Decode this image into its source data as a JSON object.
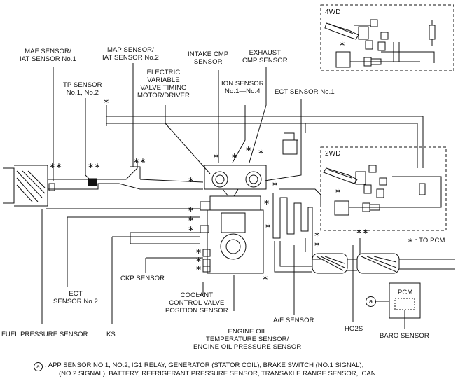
{
  "labels": {
    "maf": "MAF SENSOR/\nIAT SENSOR No.1",
    "map": "MAP SENSOR/\nIAT SENSOR No.2",
    "intake_cmp": "INTAKE CMP\nSENSOR",
    "exhaust_cmp": "EXHAUST\nCMP SENSOR",
    "evvt": "ELECTRIC\nVARIABLE\nVALVE TIMING\nMOTOR/DRIVER",
    "tp": "TP SENSOR\nNo.1, No.2",
    "ion": "ION SENSOR\nNo.1—No.4",
    "ect1": "ECT SENSOR No.1",
    "wd4": "4WD",
    "wd2": "2WD",
    "to_pcm": "∗ : TO PCM",
    "ckp": "CKP SENSOR",
    "ect2": "ECT\nSENSOR No.2",
    "coolant": "COOLANT\nCONTROL VALVE\nPOSITION SENSOR",
    "af": "A/F SENSOR",
    "ho2s": "HO2S",
    "pcm": "PCM",
    "circle_a": "a",
    "oil": "ENGINE OIL\nTEMPERATURE SENSOR/\nENGINE OIL PRESSURE SENSOR",
    "fuel": "FUEL PRESSURE SENSOR",
    "ks": "KS",
    "baro": "BARO SENSOR"
  },
  "footnote": {
    "marker": "a",
    "line1": ": APP SENSOR NO.1, NO.2, IG1 RELAY, GENERATOR (STATOR COIL), BRAKE SWITCH (NO.1 SIGNAL),",
    "line2": "(NO.2 SIGNAL), BATTERY, REFRIGERANT PRESSURE SENSOR, TRANSAXLE RANGE SENSOR,  CAN"
  },
  "marks": {
    "asterisk": "∗",
    "double_asterisk": "∗∗"
  }
}
